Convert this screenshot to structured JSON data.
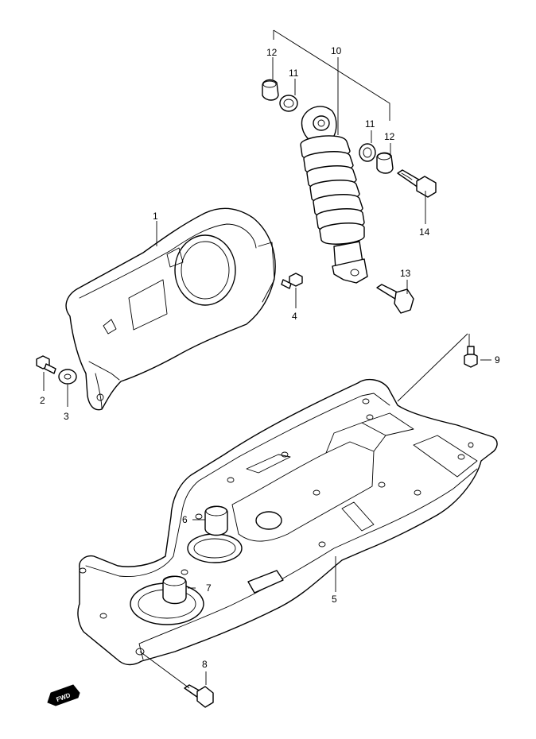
{
  "callouts": {
    "c1": "1",
    "c2": "2",
    "c3": "3",
    "c4": "4",
    "c5": "5",
    "c6": "6",
    "c7": "7",
    "c8": "8",
    "c9": "9",
    "c10": "10",
    "c11a": "11",
    "c11b": "11",
    "c12a": "12",
    "c12b": "12",
    "c13": "13",
    "c14": "14"
  },
  "direction_badge": "FWD"
}
